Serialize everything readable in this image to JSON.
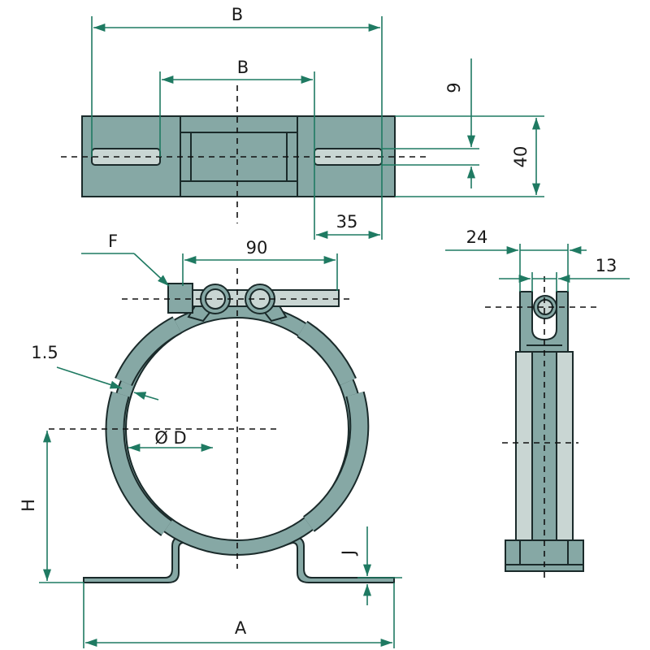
{
  "drawing": {
    "title": "Pipe clamp dimension drawing",
    "colors": {
      "dimension": "#1f7a62",
      "part": "#86a8a5",
      "rubber_light": "#c9d6d3"
    },
    "labels": {
      "b_outer": "B",
      "b_inner": "B",
      "dim_9": "9",
      "dim_40": "40",
      "dim_35": "35",
      "f": "F",
      "dim_90": "90",
      "dim_24": "24",
      "dim_13": "13",
      "dim_1_5": "1.5",
      "od": "Ø D",
      "h": "H",
      "j": "J",
      "a": "A"
    }
  }
}
